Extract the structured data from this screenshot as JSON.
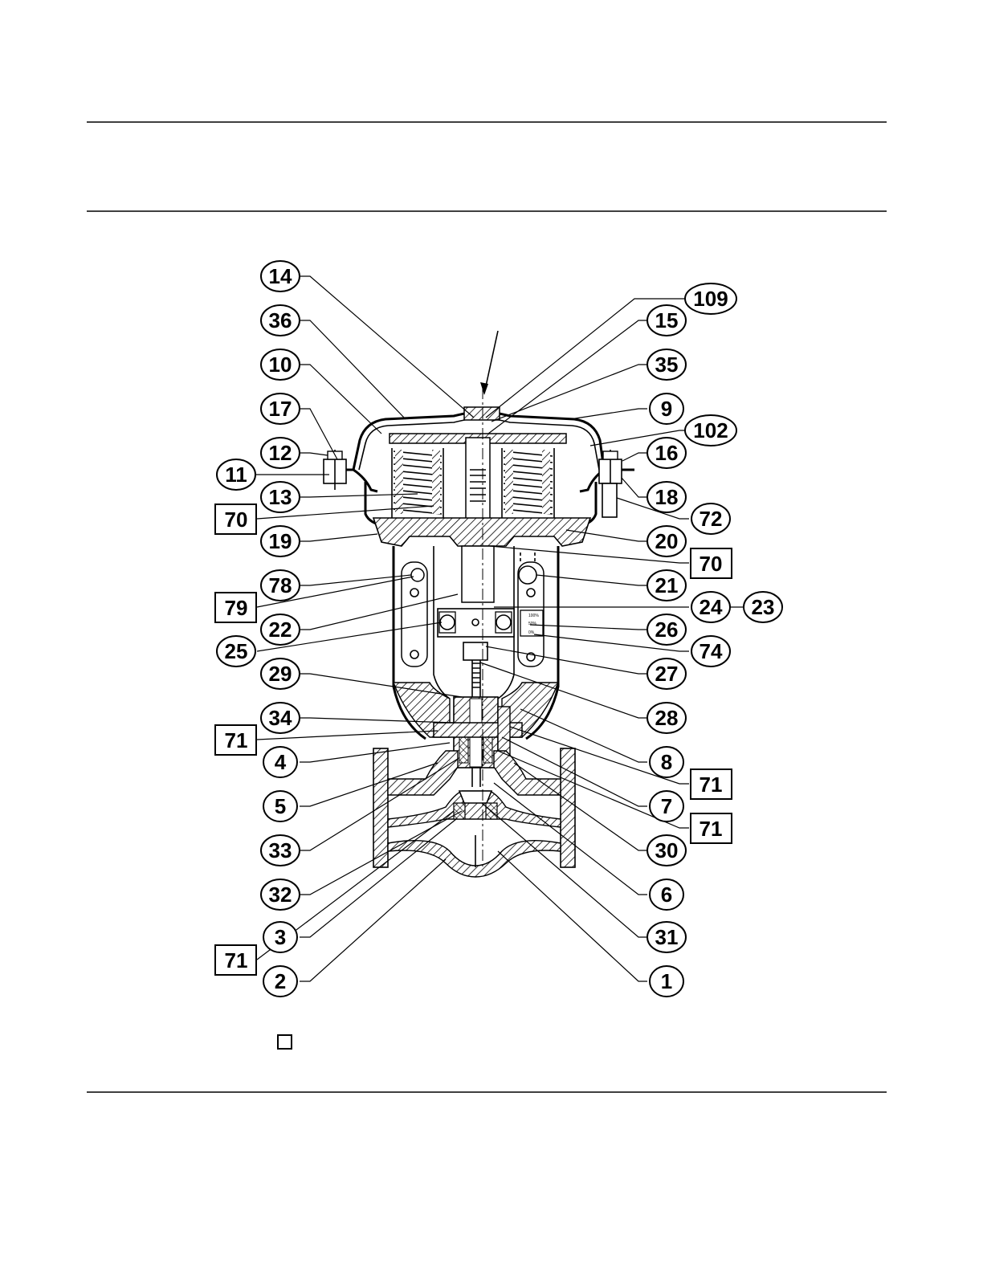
{
  "callouts": {
    "c14": "14",
    "c36": "36",
    "c10": "10",
    "c17": "17",
    "c12": "12",
    "c11": "11",
    "c13": "13",
    "c70a": "70",
    "c19": "19",
    "c78": "78",
    "c79": "79",
    "c22": "22",
    "c25": "25",
    "c29": "29",
    "c34": "34",
    "c71a": "71",
    "c4": "4",
    "c5": "5",
    "c33": "33",
    "c32": "32",
    "c3": "3",
    "c71b": "71",
    "c2": "2",
    "c109": "109",
    "c15": "15",
    "c35": "35",
    "c9": "9",
    "c102": "102",
    "c16": "16",
    "c18": "18",
    "c72": "72",
    "c20": "20",
    "c70b": "70",
    "c21": "21",
    "c24": "24",
    "c23": "23",
    "c26": "26",
    "c74": "74",
    "c27": "27",
    "c28": "28",
    "c8": "8",
    "c71c": "71",
    "c7": "7",
    "c71d": "71",
    "c30": "30",
    "c6": "6",
    "c31": "31",
    "c1": "1"
  },
  "indicator_plate": {
    "top": "100%",
    "mid": "50%",
    "bottom": "0%"
  }
}
